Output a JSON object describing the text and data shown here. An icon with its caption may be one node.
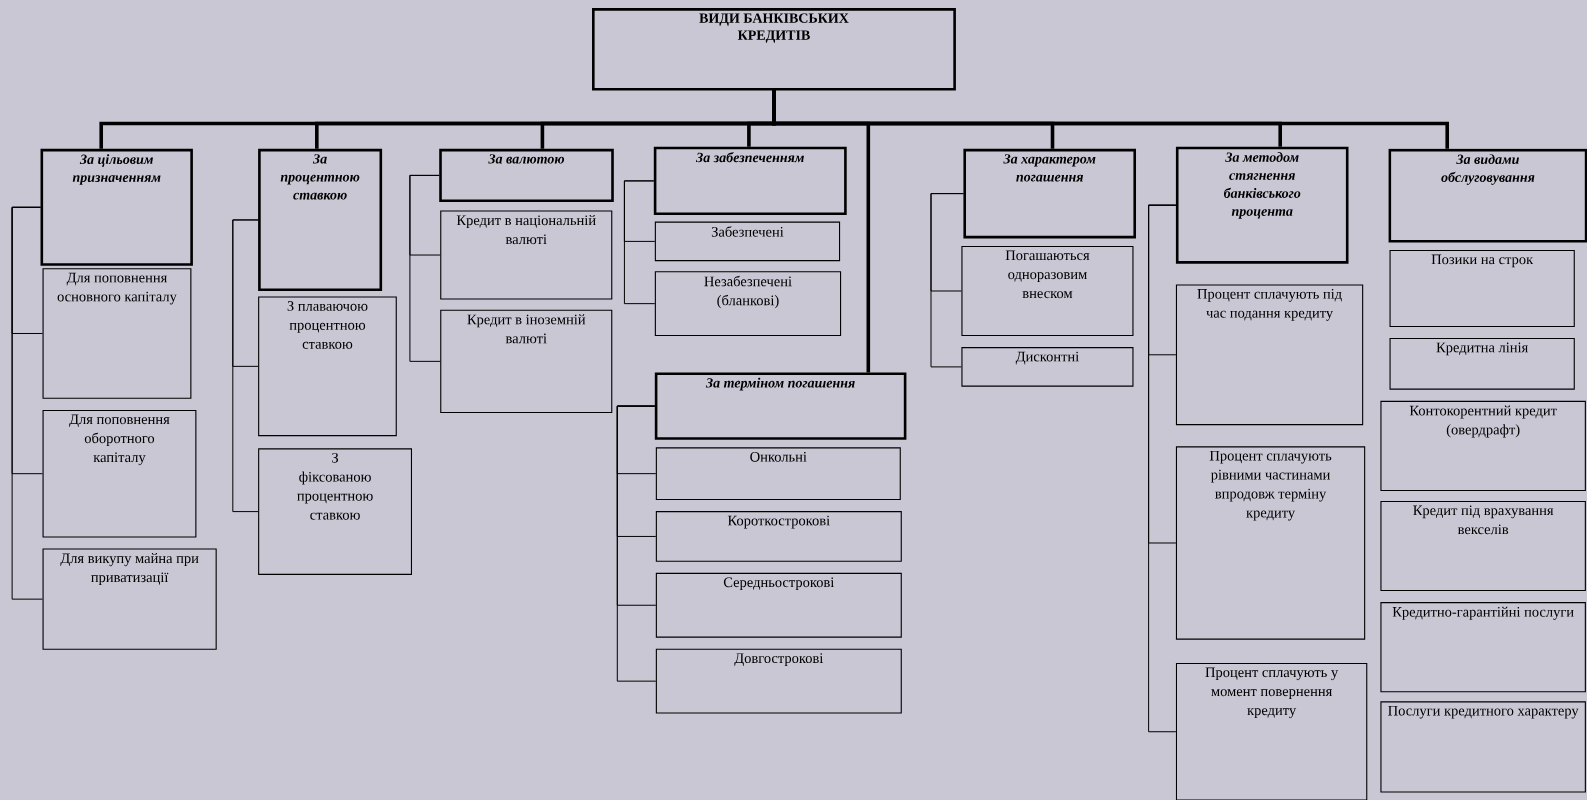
{
  "diagram": {
    "nodes": [
      {
        "text": [
          "ВИДИ БАНКІВСЬКИХ КРЕДИТІВ"
        ]
      },
      {
        "text": [
          "За цільовим призначенням"
        ]
      },
      {
        "text": [
          "Для поповнення основного капіталу"
        ]
      },
      {
        "text": [
          "Для поповнення оборотного капіталу"
        ]
      },
      {
        "text": [
          "Для викупу майна при приватизації"
        ]
      },
      {
        "text": [
          "За процентною ставкою"
        ]
      },
      {
        "text": [
          "З плаваючою процентною ставкою"
        ]
      },
      {
        "text": [
          "З фіксованою процентною ставкою"
        ]
      },
      {
        "text": [
          "За валютою"
        ]
      },
      {
        "text": [
          "Кредит в національній валюті"
        ]
      },
      {
        "text": [
          "Кредит в іноземній валюті"
        ]
      },
      {
        "text": [
          "За забезпеченням"
        ]
      },
      {
        "text": [
          "Забезпечені"
        ]
      },
      {
        "text": [
          "Незабезпечені (бланкові)"
        ]
      },
      {
        "text": [
          "За терміном погашення"
        ]
      },
      {
        "text": [
          "Онкольні"
        ]
      },
      {
        "text": [
          "Короткострокові"
        ]
      },
      {
        "text": [
          "Середньострокові"
        ]
      },
      {
        "text": [
          "Довгострокові"
        ]
      },
      {
        "text": [
          "За характером погашення"
        ]
      },
      {
        "text": [
          "Погашаються одноразовим внеском"
        ]
      },
      {
        "text": [
          "Дисконтні"
        ]
      },
      {
        "text": [
          "За методом стягнення банківського процента"
        ]
      },
      {
        "text": [
          "Процент сплачують під час подання кредиту"
        ]
      },
      {
        "text": [
          "Процент сплачують рівними частинами впродовж терміну кредиту"
        ]
      },
      {
        "text": [
          "Процент сплачують у момент повернення кредиту"
        ]
      },
      {
        "text": [
          "За видами обслуговування"
        ]
      },
      {
        "text": [
          "Позики на строк"
        ]
      },
      {
        "text": [
          "Кредитна лінія"
        ]
      },
      {
        "text": [
          "Контокорентний кредит (овердрафт)"
        ]
      },
      {
        "text": [
          "Кредит під врахування векселів"
        ]
      },
      {
        "text": [
          "Кредитно-гарантійні послуги"
        ]
      },
      {
        "text": [
          "Послуги кредитного характеру"
        ]
      }
    ],
    "edges": [
      {
        "from": 0,
        "to": 1,
        "arrow": "none",
        "style": "thick"
      },
      {
        "from": 0,
        "to": 5,
        "arrow": "none",
        "style": "thick"
      },
      {
        "from": 0,
        "to": 8,
        "arrow": "none",
        "style": "thick"
      },
      {
        "from": 0,
        "to": 11,
        "arrow": "none",
        "style": "thick"
      },
      {
        "from": 0,
        "to": 14,
        "arrow": "none",
        "style": "thick"
      },
      {
        "from": 0,
        "to": 19,
        "arrow": "none",
        "style": "thick"
      },
      {
        "from": 0,
        "to": 22,
        "arrow": "none",
        "style": "thick"
      },
      {
        "from": 0,
        "to": 26,
        "arrow": "none",
        "style": "thick"
      },
      {
        "from": 1,
        "to": 2,
        "arrow": "none"
      },
      {
        "from": 1,
        "to": 3,
        "arrow": "none"
      },
      {
        "from": 1,
        "to": 4,
        "arrow": "none"
      },
      {
        "from": 5,
        "to": 6,
        "arrow": "none"
      },
      {
        "from": 5,
        "to": 7,
        "arrow": "none"
      },
      {
        "from": 8,
        "to": 9,
        "arrow": "none"
      },
      {
        "from": 8,
        "to": 10,
        "arrow": "none"
      },
      {
        "from": 11,
        "to": 12,
        "arrow": "none"
      },
      {
        "from": 11,
        "to": 13,
        "arrow": "none"
      },
      {
        "from": 14,
        "to": 15,
        "arrow": "none"
      },
      {
        "from": 14,
        "to": 16,
        "arrow": "none"
      },
      {
        "from": 14,
        "to": 17,
        "arrow": "none"
      },
      {
        "from": 14,
        "to": 18,
        "arrow": "none"
      },
      {
        "from": 19,
        "to": 20,
        "arrow": "none"
      },
      {
        "from": 19,
        "to": 21,
        "arrow": "none"
      },
      {
        "from": 22,
        "to": 23,
        "arrow": "none"
      },
      {
        "from": 22,
        "to": 24,
        "arrow": "none"
      },
      {
        "from": 22,
        "to": 25,
        "arrow": "none"
      }
    ]
  }
}
